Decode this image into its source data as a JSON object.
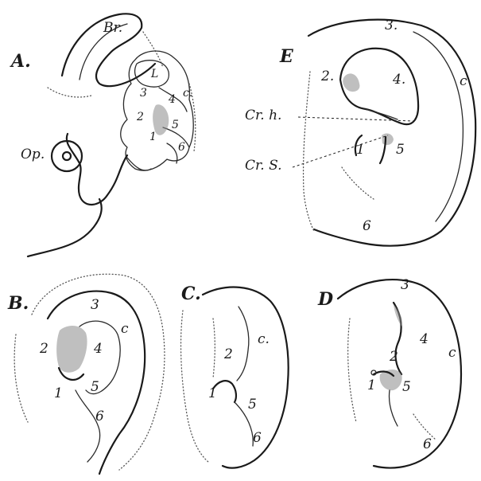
{
  "panels": {
    "A": {
      "letter": "A.",
      "br": "Br.",
      "op": "Op.",
      "hillocks": [
        "1",
        "2",
        "3",
        "4",
        "5",
        "6"
      ],
      "l": "L",
      "c": "c."
    },
    "B": {
      "letter": "B.",
      "numbers": [
        "1",
        "2",
        "3",
        "4",
        "5",
        "6"
      ],
      "c": "c"
    },
    "C": {
      "letter": "C.",
      "numbers": [
        "1",
        "2",
        "5",
        "6"
      ],
      "c": "c."
    },
    "D": {
      "letter": "D",
      "numbers": [
        "1",
        "2",
        "3",
        "4",
        "5",
        "6"
      ],
      "c": "c"
    },
    "E": {
      "letter": "E",
      "numbers": [
        "1",
        "2.",
        "3.",
        "4.",
        "5",
        "6"
      ],
      "c": "c",
      "cr_h": "Cr. h.",
      "cr_s": "Cr. S."
    }
  },
  "colors": {
    "ink": "#1a1a1a",
    "paper": "#ffffff",
    "shade": "#8a8a8a"
  }
}
